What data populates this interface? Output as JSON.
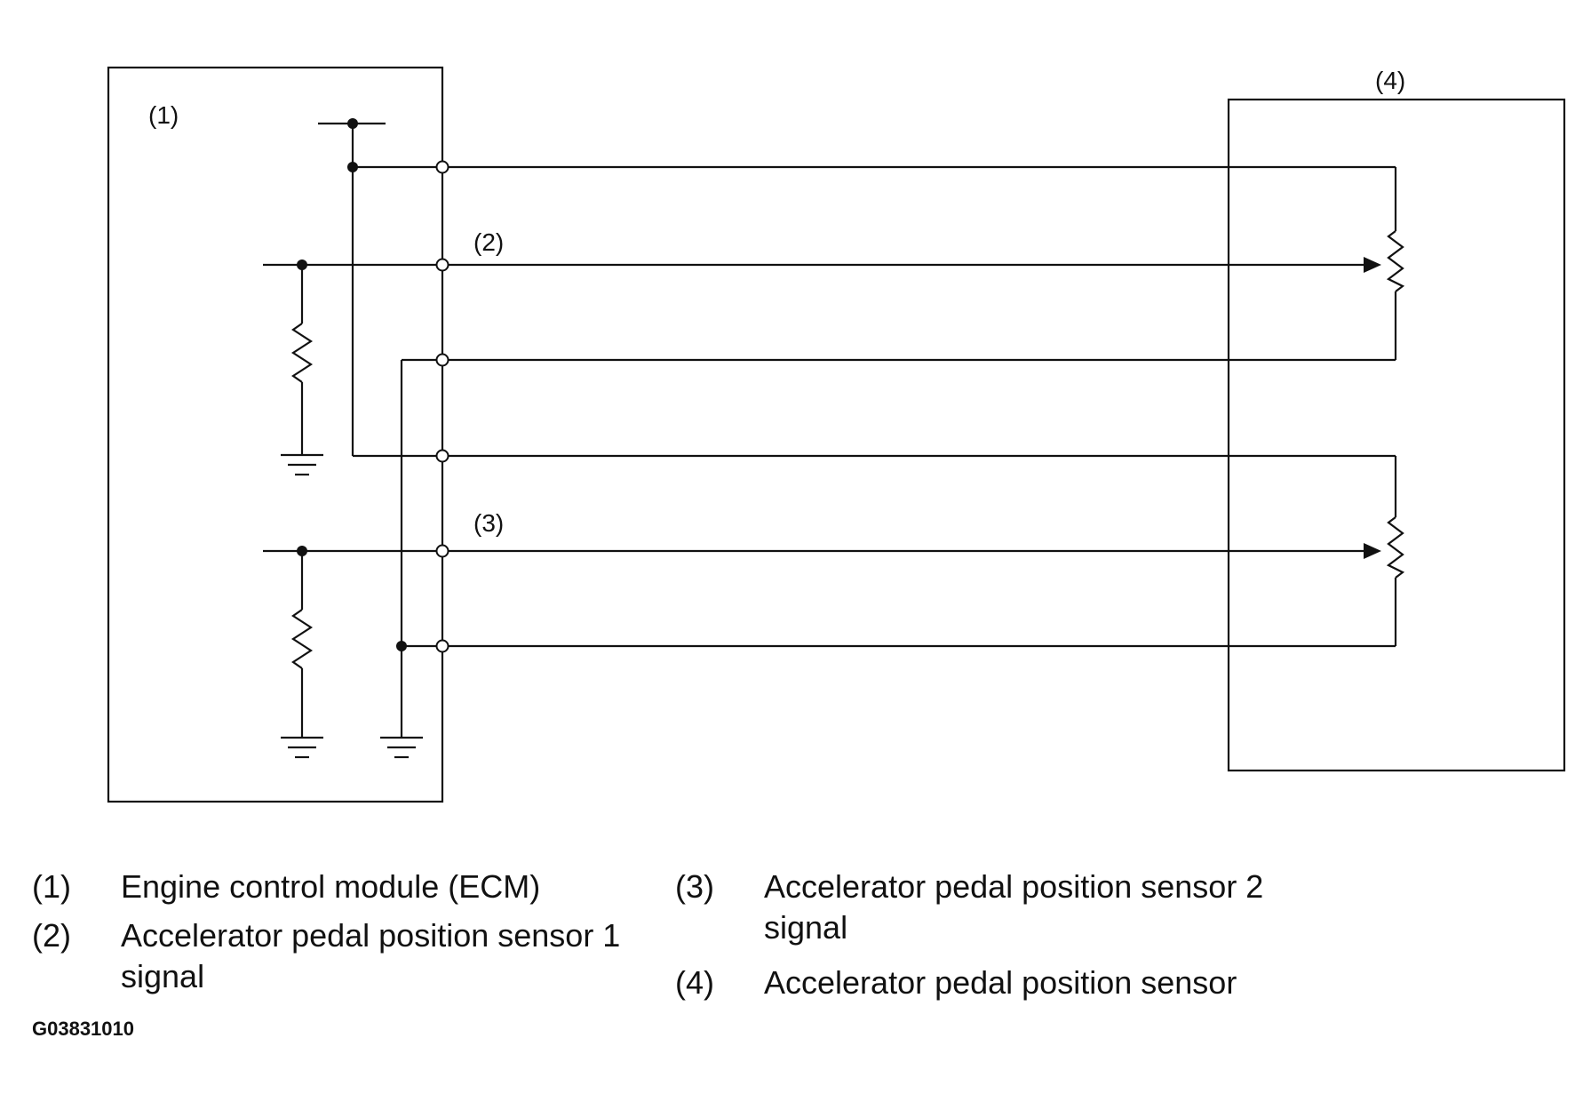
{
  "diagram": {
    "callouts": {
      "ecm": "(1)",
      "signal_1": "(2)",
      "signal_2": "(3)",
      "sensor": "(4)"
    }
  },
  "legend": [
    {
      "number": "(1)",
      "text": "Engine control module (ECM)"
    },
    {
      "number": "(2)",
      "text": "Accelerator pedal position sensor 1 signal"
    },
    {
      "number": "(3)",
      "text": "Accelerator pedal position sensor 2 signal"
    },
    {
      "number": "(4)",
      "text": "Accelerator pedal position sensor"
    }
  ],
  "figure_id": "G03831010"
}
